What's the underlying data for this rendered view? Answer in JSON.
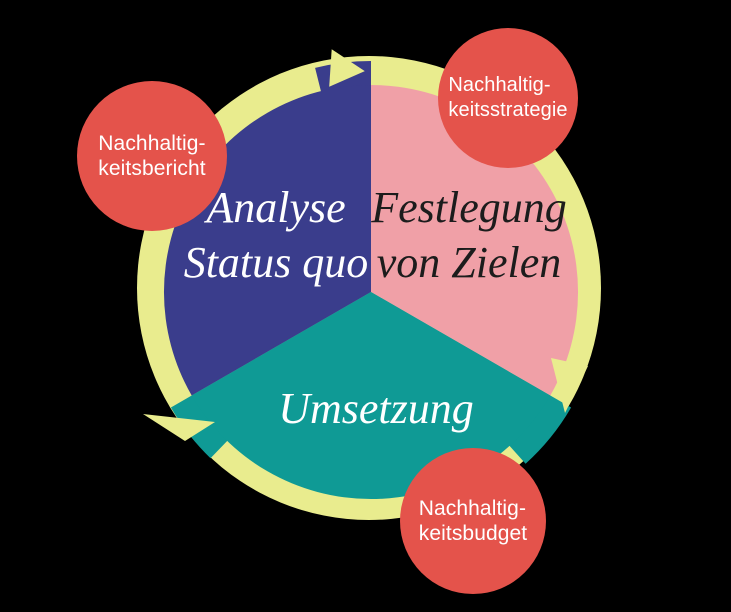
{
  "canvas": {
    "background": "#000000"
  },
  "cycle": {
    "flow": "clockwise",
    "ring_color": "#e9ec8e",
    "segments": [
      {
        "name": "analyse-status-quo",
        "line1": "Analyse",
        "line2": "Status quo",
        "fill": "#3a3d8c",
        "text_color": "#ffffff"
      },
      {
        "name": "festlegung-von-zielen",
        "line1": "Festlegung",
        "line2": "von Zielen",
        "fill": "#f0a0a7",
        "text_color": "#1c1c1c"
      },
      {
        "name": "umsetzung",
        "line1": "Umsetzung",
        "fill": "#0f9a95",
        "text_color": "#ffffff"
      }
    ],
    "badges": [
      {
        "name": "nachhaltigkeitsbericht",
        "line1": "Nachhaltig-",
        "line2": "keitsbericht",
        "fill": "#e4534b",
        "text_color": "#ffffff"
      },
      {
        "name": "nachhaltigkeitsstrategie",
        "line1": "Nachhaltig-",
        "line2": "keitsstrategie",
        "fill": "#e4534b",
        "text_color": "#ffffff"
      },
      {
        "name": "nachhaltigkeitsbudget",
        "line1": "Nachhaltig-",
        "line2": "keitsbudget",
        "fill": "#e4534b",
        "text_color": "#ffffff"
      }
    ]
  }
}
